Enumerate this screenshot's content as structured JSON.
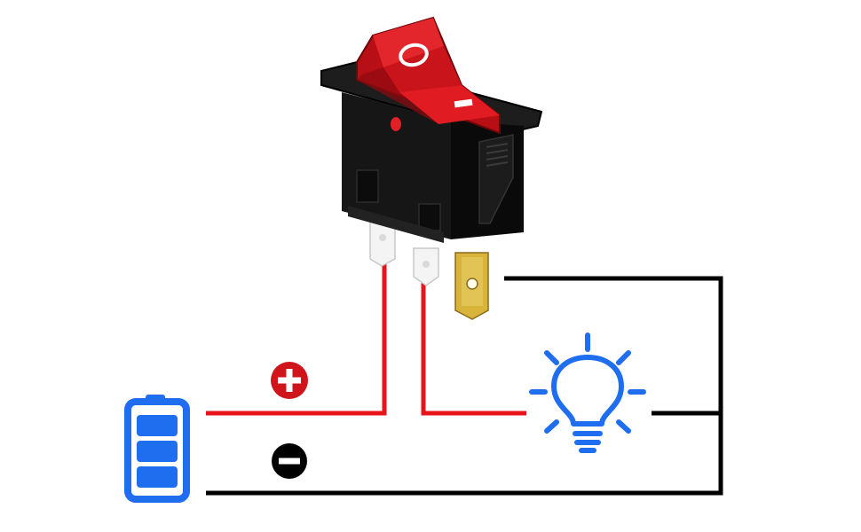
{
  "diagram": {
    "switch": {
      "off_mark": "O",
      "on_mark": "I",
      "rocker_color": "#d8141c",
      "housing_color": "#151515"
    },
    "terminals": {
      "input_color": "#f2f2f2",
      "output_color": "#d9b43a"
    },
    "wires": {
      "positive_color": "#e8141c",
      "negative_color": "#000000"
    },
    "polarity": {
      "positive_symbol": "+",
      "negative_symbol": "−",
      "positive_color": "#d0141c",
      "negative_color": "#000000"
    },
    "battery": {
      "icon": "battery-icon",
      "color": "#1f6ef0",
      "bars": 3
    },
    "lamp": {
      "icon": "light-bulb-icon",
      "color": "#1f6ef0"
    }
  }
}
